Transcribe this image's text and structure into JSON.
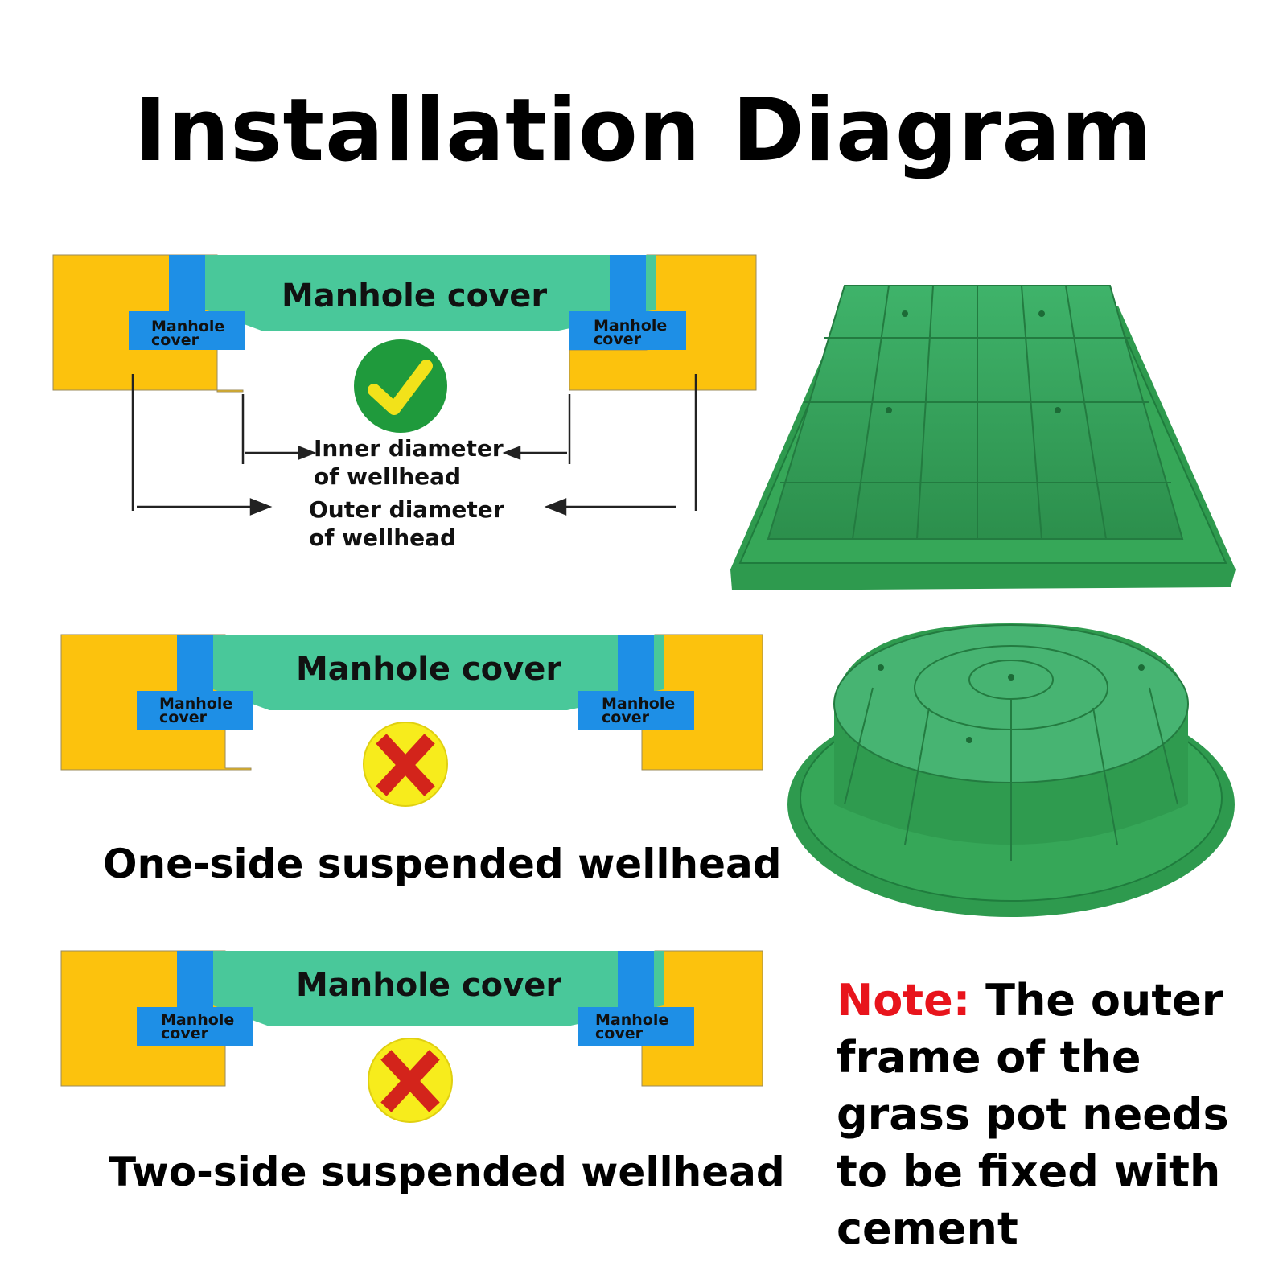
{
  "title": "Installation Diagram",
  "colors": {
    "wellhead": "#fcc20d",
    "cover_body": "#49c89a",
    "cover_flange": "#1e8fe6",
    "check_badge": "#1f9a3c",
    "check_mark": "#f2e21a",
    "cross_badge": "#f7ec1c",
    "cross_mark": "#d3241b",
    "note_label": "#e8141c",
    "product_green": "#2e9a4e"
  },
  "diagrams": [
    {
      "status": "correct",
      "status_icon": "checkmark-icon",
      "cover_label": "Manhole cover",
      "flange_left_label": [
        "Manhole",
        "cover"
      ],
      "flange_right_label": [
        "Manhole",
        "cover"
      ],
      "inner_label": [
        "Inner diameter",
        "of wellhead"
      ],
      "outer_label": [
        "Outer diameter",
        "of wellhead"
      ],
      "caption": ""
    },
    {
      "status": "incorrect",
      "status_icon": "cross-icon",
      "cover_label": "Manhole cover",
      "flange_left_label": [
        "Manhole",
        "cover"
      ],
      "flange_right_label": [
        "Manhole",
        "cover"
      ],
      "caption": "One-side suspended wellhead"
    },
    {
      "status": "incorrect",
      "status_icon": "cross-icon",
      "cover_label": "Manhole cover",
      "flange_left_label": [
        "Manhole",
        "cover"
      ],
      "flange_right_label": [
        "Manhole",
        "cover"
      ],
      "caption": "Two-side suspended wellhead"
    }
  ],
  "products": [
    {
      "shape": "square",
      "name": "square-grass-pot-cover"
    },
    {
      "shape": "round",
      "name": "round-grass-pot-cover"
    }
  ],
  "note": {
    "label": "Note:",
    "text": " The outer frame of the grass pot needs to be fixed with cement"
  }
}
